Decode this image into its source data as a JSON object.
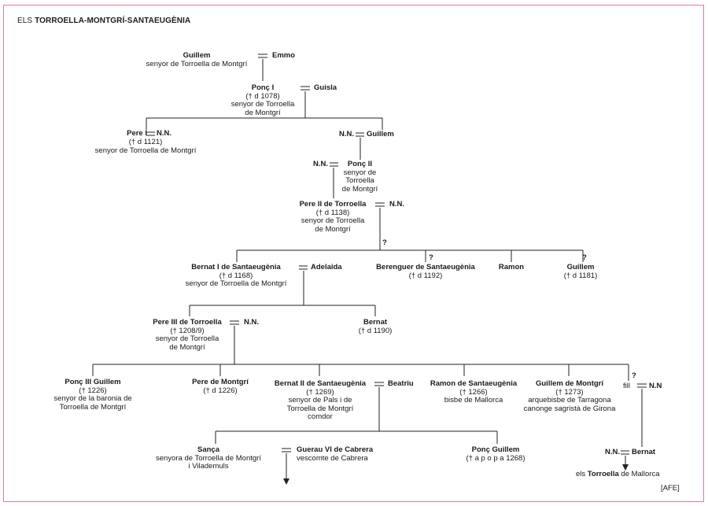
{
  "title": {
    "prefix": "ELS",
    "name": "TORROELLA-MONTGRÍ-SANTAEUGÈNIA"
  },
  "source": "[AFE]",
  "marriage_symbol": "=",
  "question_mark": "?",
  "people": {
    "guillem_top": {
      "name": "Guillem",
      "lines": [
        "senyor de Torroella de Montgrí"
      ]
    },
    "emmo": {
      "name": "Emmo"
    },
    "ponc1": {
      "name": "Ponç I",
      "lines": [
        "(† d 1078)",
        "senyor de Torroella",
        "de Montgrí"
      ]
    },
    "guisla": {
      "name": "Guisla"
    },
    "pere1": {
      "name": "Pere I",
      "spouse": "N.N.",
      "lines": [
        "(† d 1121)",
        "senyor de Torroella de Montgrí"
      ]
    },
    "nn_guillem": {
      "left": "N.N.",
      "right": "Guillem"
    },
    "nn_ponc2_left": {
      "name": "N.N."
    },
    "ponc2": {
      "name": "Ponç II",
      "lines": [
        "senyor de",
        "Torroella",
        "de Montgrí"
      ]
    },
    "pere2": {
      "name": "Pere II de Torroella",
      "lines": [
        "(† d 1138)",
        "senyor de Torroella",
        "de Montgrí"
      ]
    },
    "pere2_spouse": {
      "name": "N.N."
    },
    "bernat1": {
      "name": "Bernat I de Santaeugènia",
      "lines": [
        "(† d 1168)",
        "senyor de Torroella de Montgrí"
      ]
    },
    "adelaida": {
      "name": "Adelaida"
    },
    "berenguer": {
      "name": "Berenguer de Santaeugènia",
      "lines": [
        "(† d 1192)"
      ]
    },
    "ramon": {
      "name": "Ramon"
    },
    "guillem_1181": {
      "name": "Guillem",
      "lines": [
        "(† d 1181)"
      ]
    },
    "pere3": {
      "name": "Pere III de Torroella",
      "lines": [
        "(† 1208/9)",
        "senyor de Torroella",
        "de Montgrí"
      ]
    },
    "pere3_spouse": {
      "name": "N.N."
    },
    "bernat_1190": {
      "name": "Bernat",
      "lines": [
        "(† d 1190)"
      ]
    },
    "ponc3": {
      "name": "Ponç III Guillem",
      "lines": [
        "(† 1226)",
        "senyor de la baronia de",
        "Torroella de Montgrí"
      ]
    },
    "pere_montgri": {
      "name": "Pere de Montgrí",
      "lines": [
        "(† d 1226)"
      ]
    },
    "bernat2": {
      "name": "Bernat II de Santaeugènia",
      "lines": [
        "(† 1269)",
        "senyor de Pals i de",
        "Torroella de Montgrí",
        "comdor"
      ]
    },
    "beatriu": {
      "name": "Beatriu"
    },
    "ramon_sant": {
      "name": "Ramon de Santaeugènia",
      "lines": [
        "(† 1266)",
        "bisbe de Mallorca"
      ]
    },
    "guillem_montgri": {
      "name": "Guillem de Montgrí",
      "lines": [
        "(† 1273)",
        "arquebisbe de Tarragona",
        "canonge sagristà de Girona"
      ]
    },
    "fill": {
      "name": "fill",
      "spouse": "N.N"
    },
    "sanca": {
      "name": "Sança",
      "lines": [
        "senyora de Torroella de Montgrí",
        "i Vilademuls"
      ]
    },
    "guerau": {
      "name": "Guerau VI de Cabrera",
      "lines": [
        "vescomte de Cabrera"
      ]
    },
    "ponc_guillem": {
      "name": "Ponç Guillem",
      "lines": [
        "(† a p  o  p a 1268)"
      ]
    },
    "nn_bernat": {
      "left": "N.N.",
      "right": "Bernat"
    },
    "torroella_mallorca": {
      "prefix": "els",
      "name": "Torroella",
      "suffix": "de Mallorca"
    }
  }
}
